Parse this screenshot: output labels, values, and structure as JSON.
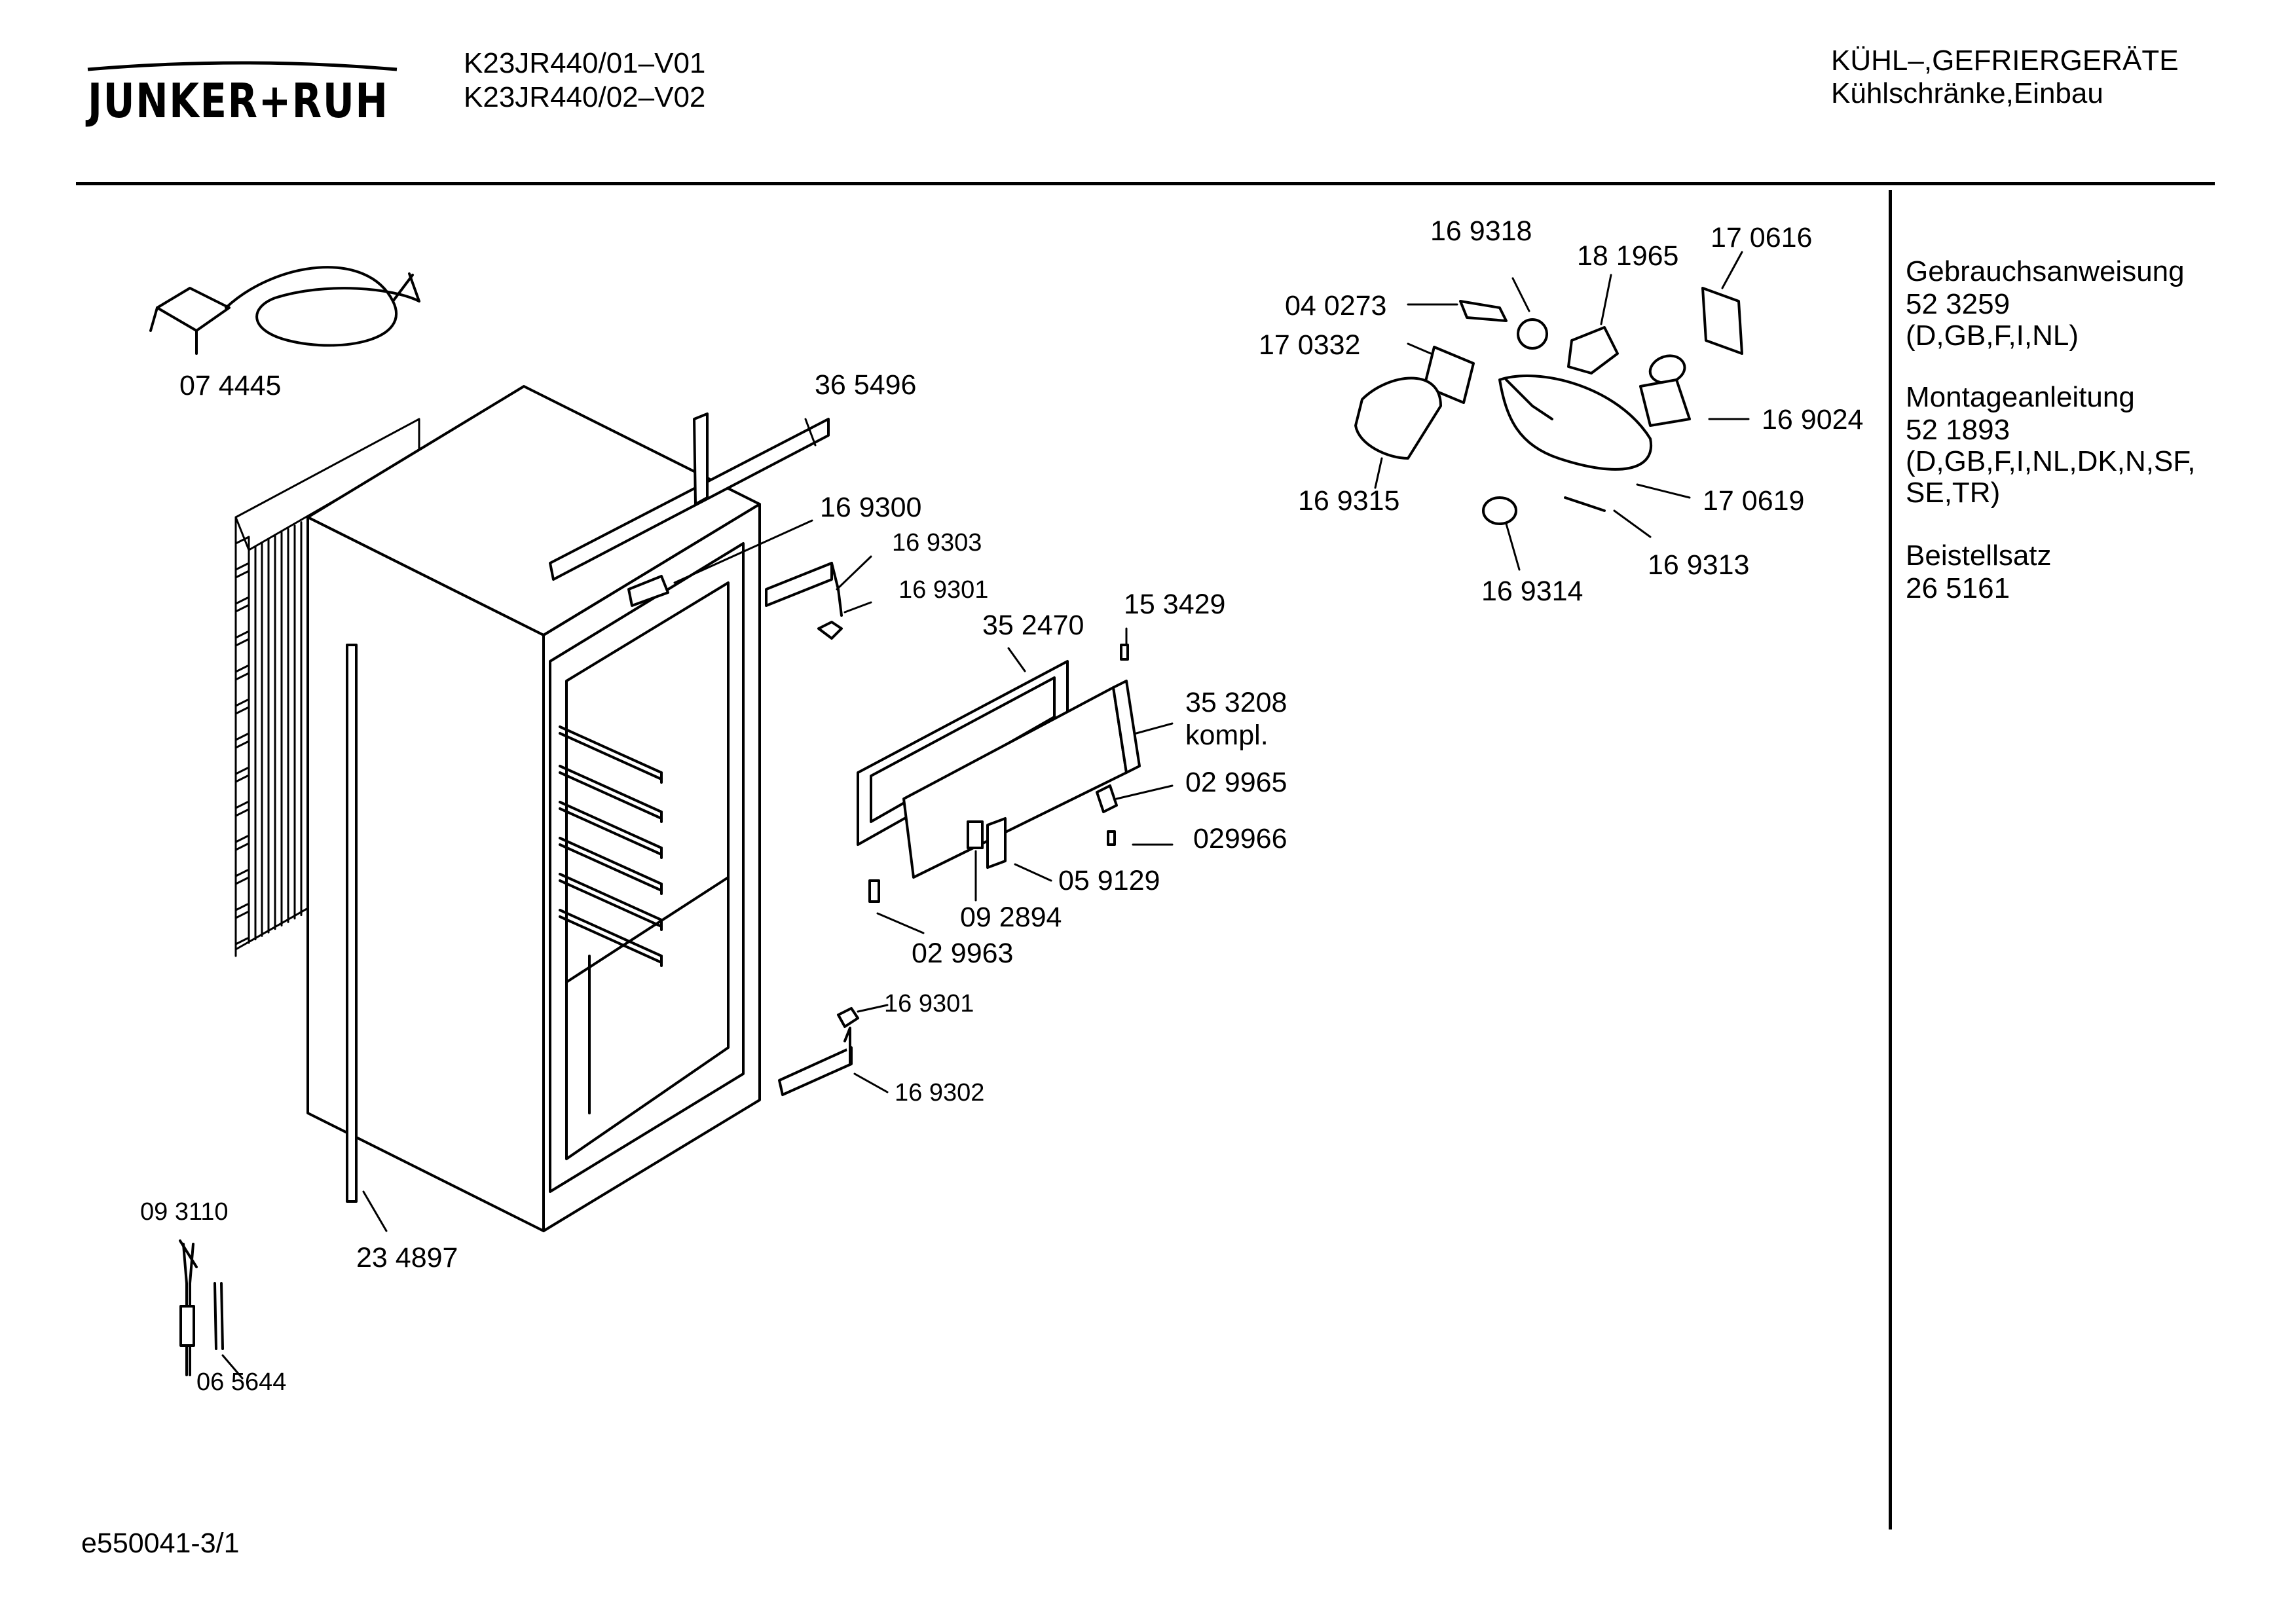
{
  "header": {
    "brand": "JUNKER+RUH",
    "model_1": "K23JR440/01–V01",
    "model_2": "K23JR440/02–V02",
    "category": "KÜHL–,GEFRIERGERÄTE",
    "subcategory": "Kühlschränke,Einbau"
  },
  "sidebar": {
    "items": [
      {
        "title": "Gebrauchsanweisung",
        "lines": [
          "52 3259",
          "(D,GB,F,I,NL)"
        ]
      },
      {
        "title": "Montageanleitung",
        "lines": [
          "52 1893",
          "(D,GB,F,I,NL,DK,N,SF,",
          "SE,TR)"
        ]
      },
      {
        "title": "Beistellsatz",
        "lines": [
          "26 5161"
        ]
      }
    ]
  },
  "parts": {
    "p074445": "07 4445",
    "p365496": "36 5496",
    "p169300": "16 9300",
    "p169303": "16 9303",
    "p169301a": "16 9301",
    "p352470": "35 2470",
    "p153429": "15 3429",
    "p353208": "35 3208",
    "p353208b": "kompl.",
    "p029965": "02 9965",
    "p029966": "029966",
    "p059129": "05 9129",
    "p092894": "09 2894",
    "p029963": "02 9963",
    "p169301b": "16 9301",
    "p169302": "16 9302",
    "p093110": "09 3110",
    "p234897": "23 4897",
    "p065644": "06 5644",
    "p169318": "16 9318",
    "p181965": "18 1965",
    "p170616": "17 0616",
    "p040273": "04 0273",
    "p170332": "17 0332",
    "p169024": "16 9024",
    "p169315": "16 9315",
    "p170619": "17 0619",
    "p169314": "16 9314",
    "p169313": "16 9313"
  },
  "footer": {
    "doc_id": "e550041-3/1"
  }
}
